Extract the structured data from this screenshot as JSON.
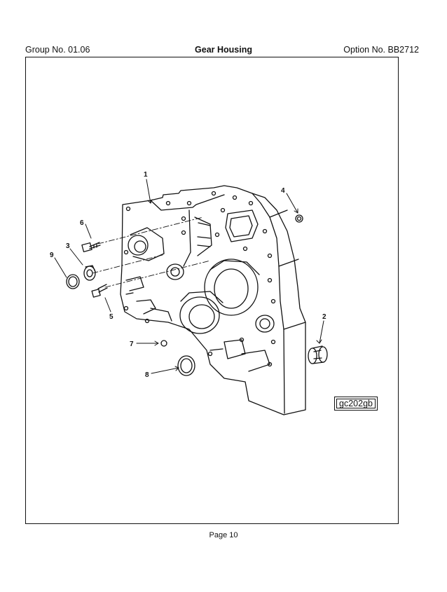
{
  "header": {
    "group": "Group No. 01.06",
    "title": "Gear Housing",
    "option": "Option No. BB2712"
  },
  "callouts": [
    "1",
    "2",
    "3",
    "4",
    "5",
    "6",
    "7",
    "8",
    "9"
  ],
  "figure_id": "gc202gb",
  "footer": {
    "page": "Page 10"
  },
  "colors": {
    "ink": "#111111",
    "paper": "#ffffff"
  }
}
